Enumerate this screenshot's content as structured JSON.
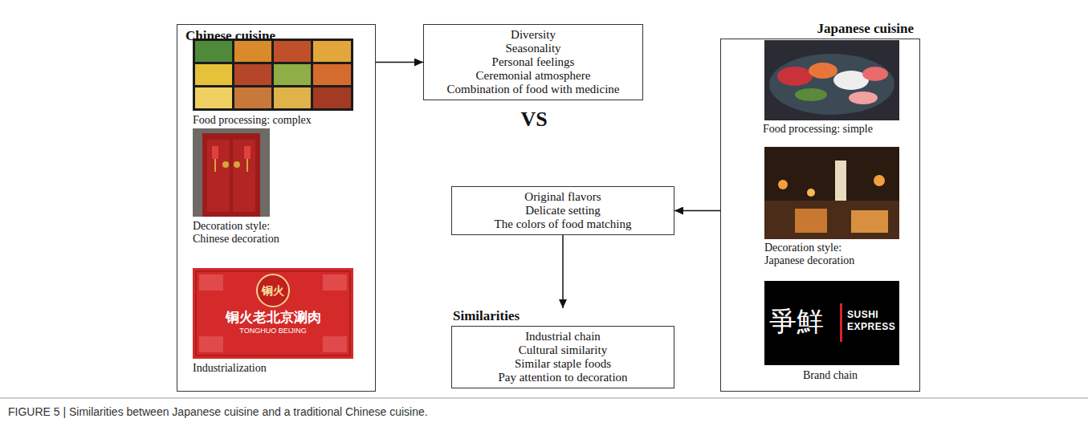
{
  "diagram": {
    "caption": "FIGURE 5 | Similarities between Japanese cuisine and a traditional Chinese cuisine.",
    "nodes": [
      {
        "text": [
          "Chinese cuisine"
        ]
      },
      {
        "text": [
          "Diversity",
          "Seasonality",
          "Personal feelings",
          "Ceremonial atmosphere",
          "Combination of food with medicine"
        ]
      },
      {
        "text": [
          "Japanese cuisine"
        ]
      },
      {
        "text": [
          "Original flavors",
          "Delicate setting",
          "The colors of food matching"
        ]
      },
      {
        "text": [
          "Similarities",
          "Industrial chain",
          "Cultural similarity",
          "Similar staple foods",
          "Pay attention to decoration"
        ]
      }
    ],
    "edges": [
      {
        "from": 0,
        "to": 1,
        "arrow": "to"
      },
      {
        "from": 2,
        "to": 3,
        "arrow": "to"
      },
      {
        "from": 3,
        "to": 4,
        "arrow": "to"
      }
    ],
    "labels": [
      "Food processing: complex",
      "Decoration style: Chinese decoration",
      "铜火",
      "铜火老北京涮肉",
      "TONGHUO BEIJING",
      "Industrialization",
      "VS",
      "Food processing: simple",
      "Decoration style: Japanese decoration",
      "爭鮮",
      "SUSHI EXPRESS",
      "Brand chain"
    ]
  }
}
